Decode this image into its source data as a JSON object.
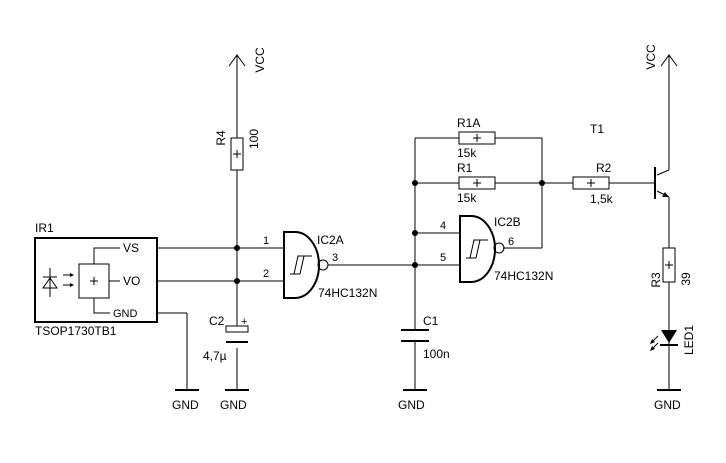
{
  "labels": {
    "vcc_left": "VCC",
    "vcc_right": "VCC",
    "r4_ref": "R4",
    "r4_value": "100",
    "ir1_ref": "IR1",
    "ir1_pin_vs": "VS",
    "ir1_pin_vo": "VO",
    "ir1_pin_gnd": "GND",
    "ir1_part": "TSOP1730TB1",
    "ic2a_ref": "IC2A",
    "ic2a_part": "74HC132N",
    "ic2a_pin1": "1",
    "ic2a_pin2": "2",
    "ic2a_pin3": "3",
    "ic2b_ref": "IC2B",
    "ic2b_part": "74HC132N",
    "ic2b_pin4": "4",
    "ic2b_pin5": "5",
    "ic2b_pin6": "6",
    "r1a_ref": "R1A",
    "r1a_value": "15k",
    "r1_ref": "R1",
    "r1_value": "15k",
    "r2_ref": "R2",
    "r2_value": "1,5k",
    "t1_ref": "T1",
    "r3_ref": "R3",
    "r3_value": "39",
    "led1_ref": "LED1",
    "c1_ref": "C1",
    "c1_value": "100n",
    "c2_ref": "C2",
    "c2_value": "4,7µ",
    "gnd_1": "GND",
    "gnd_2": "GND",
    "gnd_3": "GND",
    "gnd_4": "GND",
    "plus_sign": "+"
  },
  "colors": {
    "line": "#000000",
    "background": "#ffffff"
  }
}
